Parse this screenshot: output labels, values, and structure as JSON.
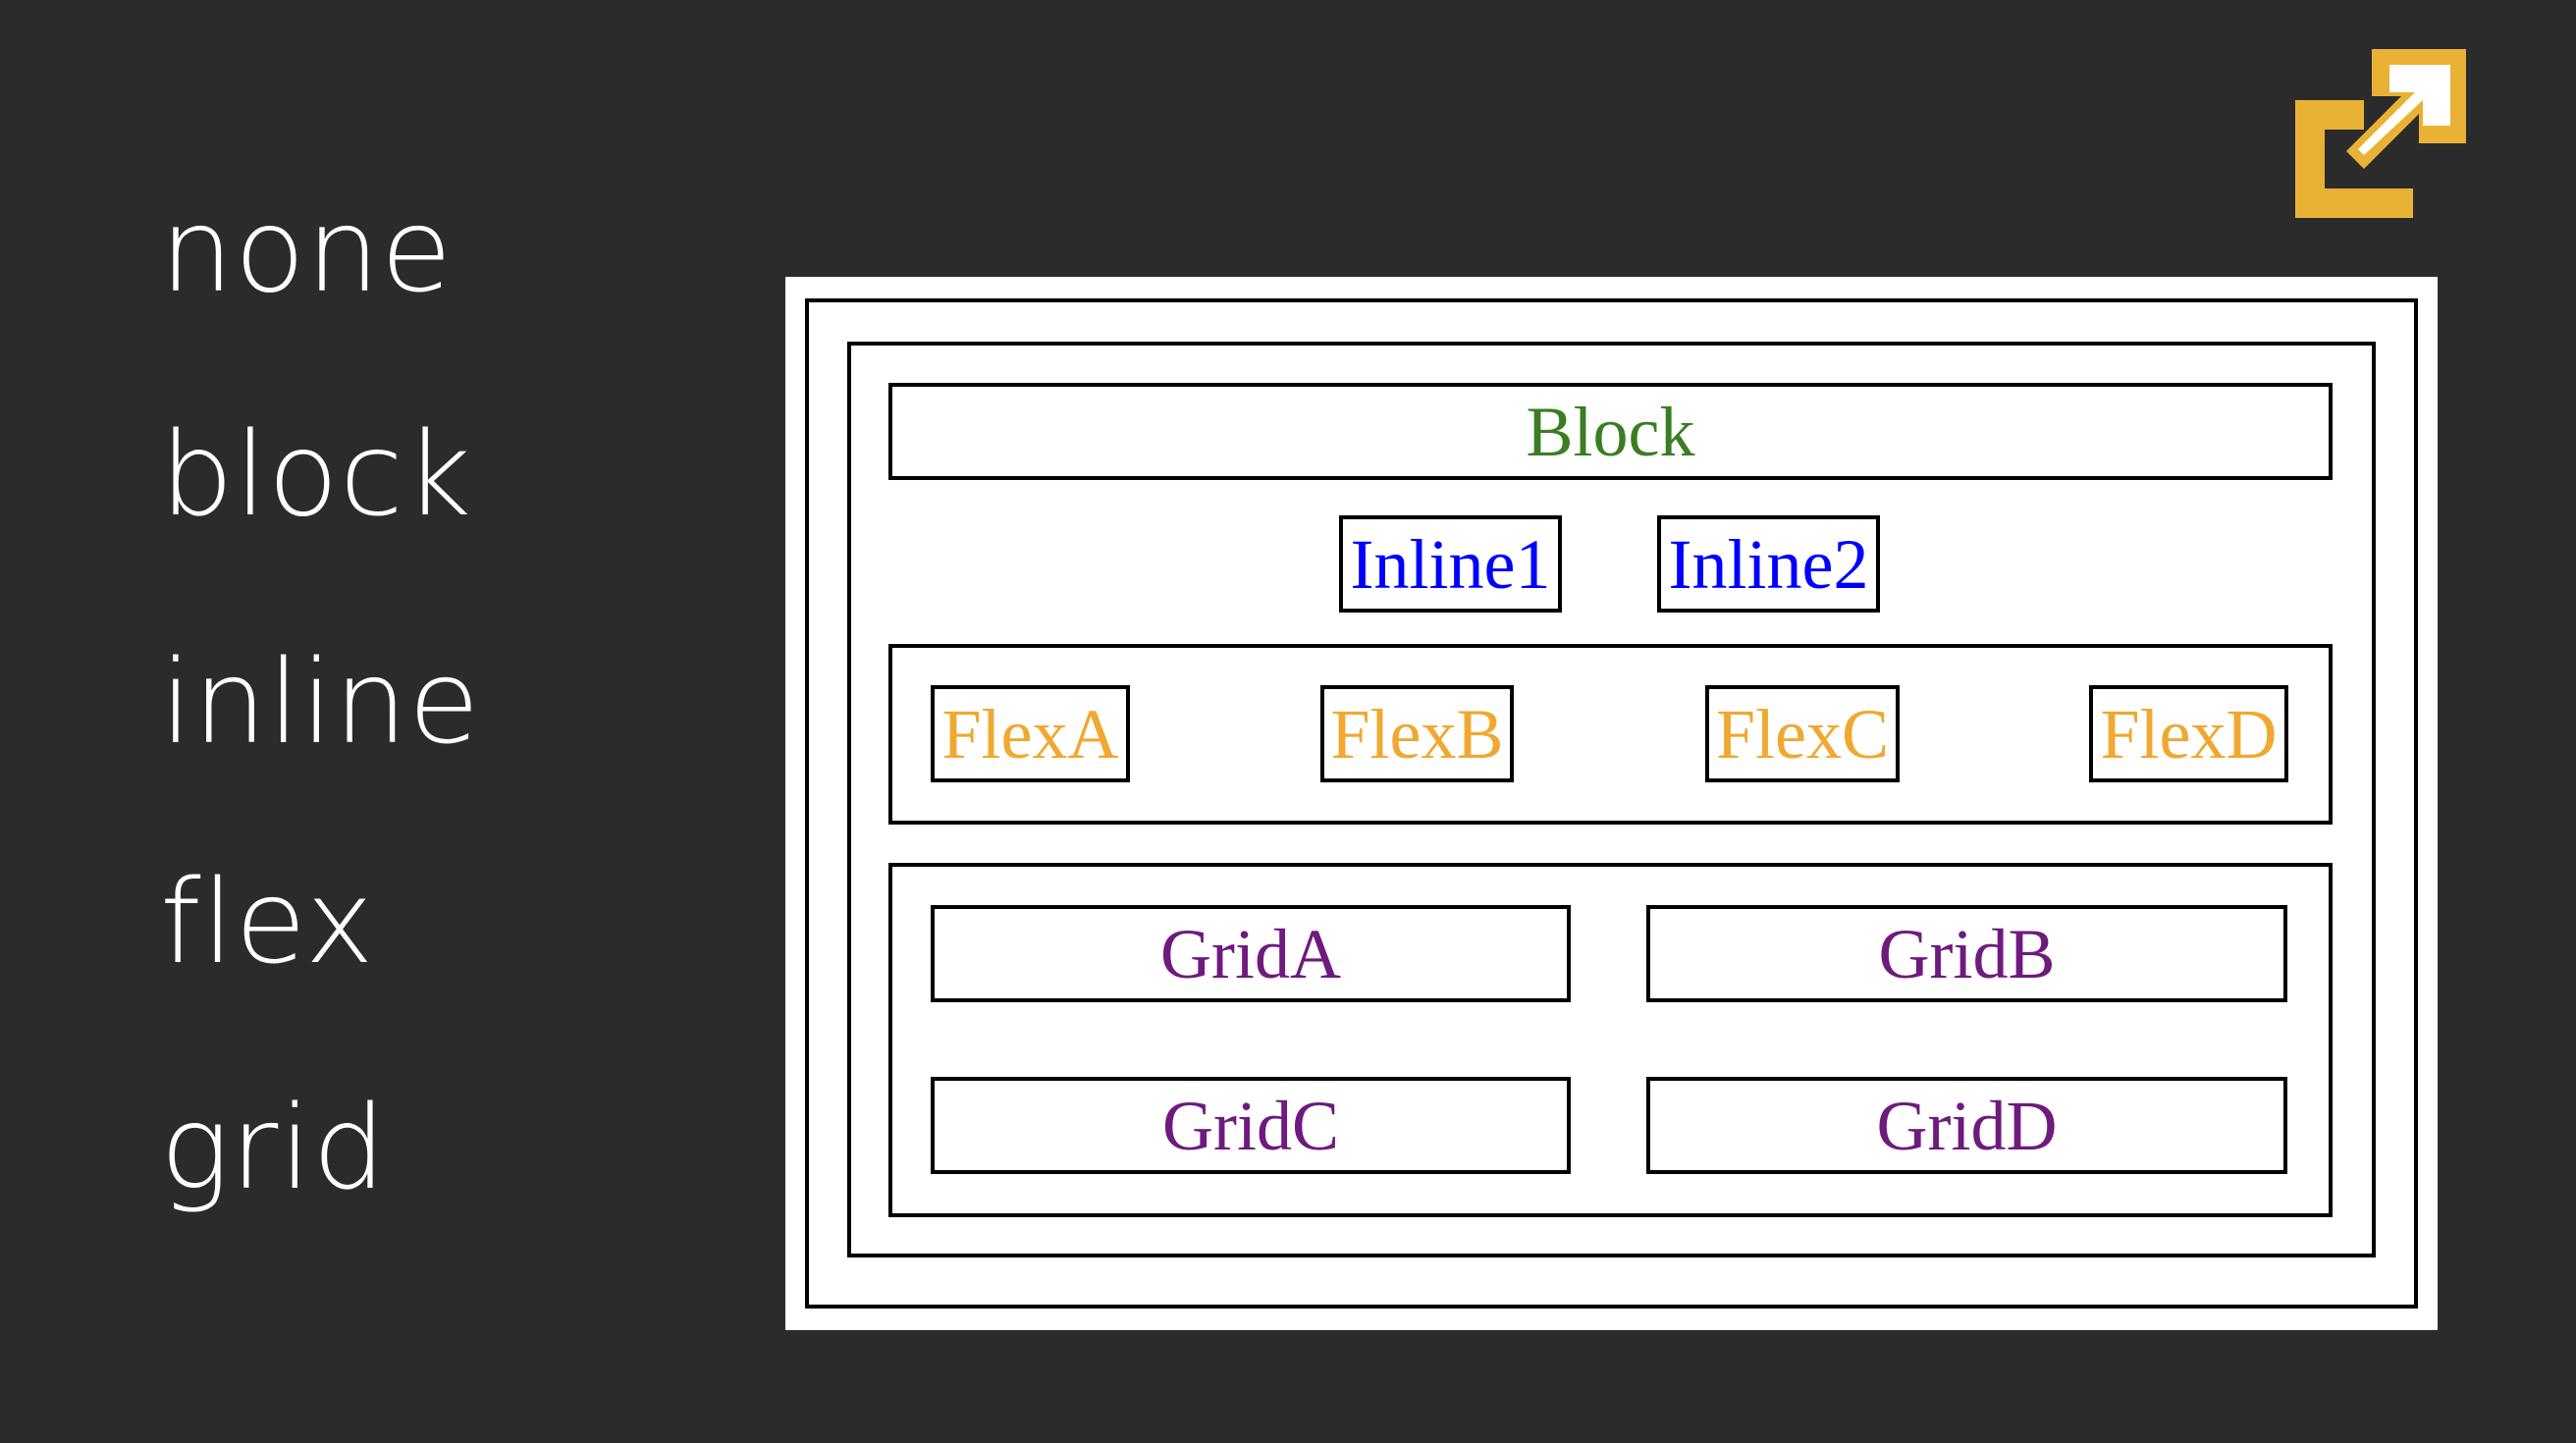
{
  "display_values": [
    "none",
    "block",
    "inline",
    "flex",
    "grid"
  ],
  "demo": {
    "block_label": "Block",
    "inline_items": [
      "Inline1",
      "Inline2"
    ],
    "flex_items": [
      "FlexA",
      "FlexB",
      "FlexC",
      "FlexD"
    ],
    "grid_items": [
      "GridA",
      "GridB",
      "GridC",
      "GridD"
    ]
  },
  "colors": {
    "background": "#2b2b2b",
    "label_text": "#ffffff",
    "block_text": "#3a7d22",
    "inline_text": "#0000ff",
    "flex_text": "#f0a830",
    "grid_text": "#6e1a7e",
    "icon": "#e9b234"
  },
  "icons": {
    "top_right": "expand-arrow-icon"
  }
}
